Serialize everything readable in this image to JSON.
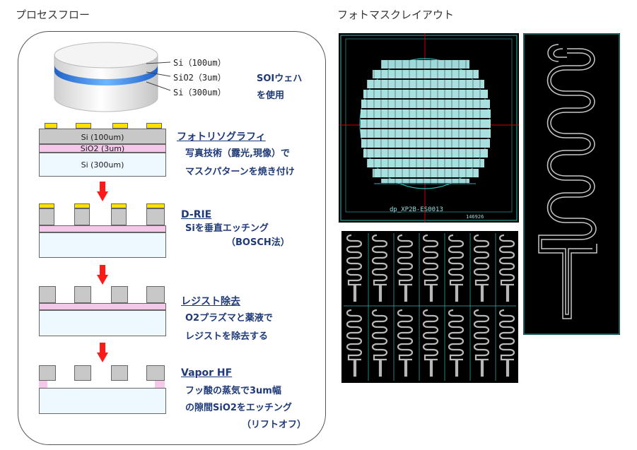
{
  "headers": {
    "process_flow": "プロセスフロー",
    "photomask_layout": "フォトマスクレイアウト"
  },
  "wafer": {
    "labels": [
      "Si（100um）",
      "SiO2（3um）",
      "Si（300um）"
    ],
    "note_line1": "SOIウェハ",
    "note_line2": "を使用"
  },
  "steps": [
    {
      "title": "フォトリソグラフィ",
      "desc": [
        "写真技術（露光,現像）で",
        "マスクパターンを焼き付け"
      ],
      "layer_labels": [
        "Si (100um)",
        "SiO2 (3um)",
        "Si (300um)"
      ]
    },
    {
      "title": "D-RIE",
      "desc": [
        "Siを垂直エッチング",
        "（BOSCH法）"
      ]
    },
    {
      "title": "レジスト除去",
      "desc": [
        "O2プラズマと薬液で",
        "レジストを除去する"
      ]
    },
    {
      "title": "Vapor HF",
      "desc": [
        "フッ酸の蒸気で3um幅",
        "の隙間SiO2をエッチング",
        "（リフトオフ）"
      ]
    }
  ],
  "mask": {
    "wafer_caption": "dp_XP2B-ES0013",
    "wafer_number": "146926"
  },
  "colors": {
    "title_text": "#1f3a78",
    "arrow": "#ff1a1a",
    "resist": "#ffe000",
    "oxide": "#f4c8e8",
    "silicon": "#c8c8c8",
    "substrate": "#eef8ff",
    "wafer_band": "#2d7fe6",
    "mask_bg": "#000000",
    "mask_line": "#2fb8b8",
    "crosshair": "#cc0000"
  }
}
